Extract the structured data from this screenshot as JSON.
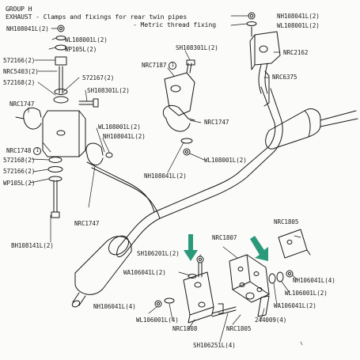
{
  "header": {
    "group": "GROUP H",
    "title": "EXHAUST - Clamps and fixings for rear twin pipes",
    "subtitle": "- Metric thread fixing"
  },
  "callout": "1",
  "labels": [
    "NH108041L(2)",
    "WL108001L(2)",
    "WP105L(2)",
    "572166(2)",
    "NRC5403(2)",
    "572167(2)",
    "572168(2)",
    "SH108301L(2)",
    "NRC1747",
    "NRC1748",
    "572168(2)",
    "572166(2)",
    "WP105L(2)",
    "BH108141L(2)",
    "NRC1747",
    "WL108001L(2)",
    "NH108041L(2)",
    "NRC7187",
    "SH108301L(2)",
    "NRC1747",
    "WL108001L(2)",
    "NH108041L(2)",
    "NH108041L(2)",
    "WL108001L(2)",
    "NRC2162",
    "NRC6375",
    "NRC1805",
    "SH106201L(2)",
    "NRC1807",
    "WA106041L(2)",
    "NH106041L(4)",
    "WL106001L(2)",
    "WA106041L(2)",
    "NH106041L(4)",
    "WL106001L(4)",
    "244009(4)",
    "NRC1808",
    "NRC1805",
    "SH106251L(4)"
  ],
  "colors": {
    "arrow": "#2a9a7a",
    "ink": "#1a1a1a"
  }
}
